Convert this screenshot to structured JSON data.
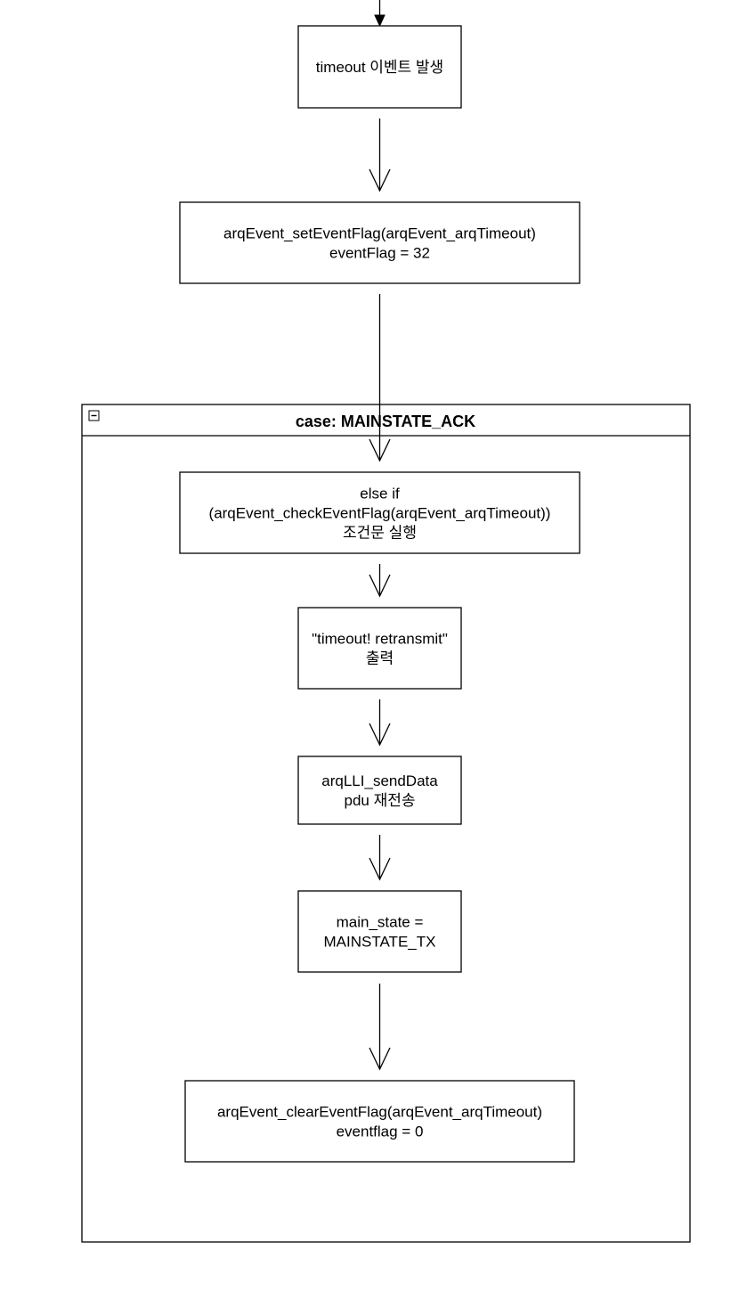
{
  "frame": {
    "title": "case: MAINSTATE_ACK",
    "collapse_glyph": "−"
  },
  "nodes": [
    {
      "id": "timeout-event",
      "lines": [
        "timeout 이벤트 발생"
      ]
    },
    {
      "id": "set-event-flag",
      "lines": [
        "arqEvent_setEventFlag(arqEvent_arqTimeout)",
        "eventFlag = 32"
      ]
    },
    {
      "id": "check-event-flag",
      "lines": [
        "else if",
        "(arqEvent_checkEventFlag(arqEvent_arqTimeout))",
        "조건문 실행"
      ]
    },
    {
      "id": "print-timeout",
      "lines": [
        "\"timeout! retransmit\"",
        "출력"
      ]
    },
    {
      "id": "send-data",
      "lines": [
        "arqLLI_sendData",
        "pdu 재전송"
      ]
    },
    {
      "id": "main-state",
      "lines": [
        "main_state =",
        "MAINSTATE_TX"
      ]
    },
    {
      "id": "clear-event-flag",
      "lines": [
        "arqEvent_clearEventFlag(arqEvent_arqTimeout)",
        "eventflag = 0"
      ]
    }
  ],
  "edges": [
    {
      "from": "",
      "to": "timeout-event",
      "arrow": "filled"
    },
    {
      "from": "timeout-event",
      "to": "set-event-flag",
      "arrow": "open"
    },
    {
      "from": "set-event-flag",
      "to": "check-event-flag",
      "arrow": "open"
    },
    {
      "from": "check-event-flag",
      "to": "print-timeout",
      "arrow": "open"
    },
    {
      "from": "print-timeout",
      "to": "send-data",
      "arrow": "open"
    },
    {
      "from": "send-data",
      "to": "main-state",
      "arrow": "open"
    },
    {
      "from": "main-state",
      "to": "clear-event-flag",
      "arrow": "open"
    }
  ]
}
